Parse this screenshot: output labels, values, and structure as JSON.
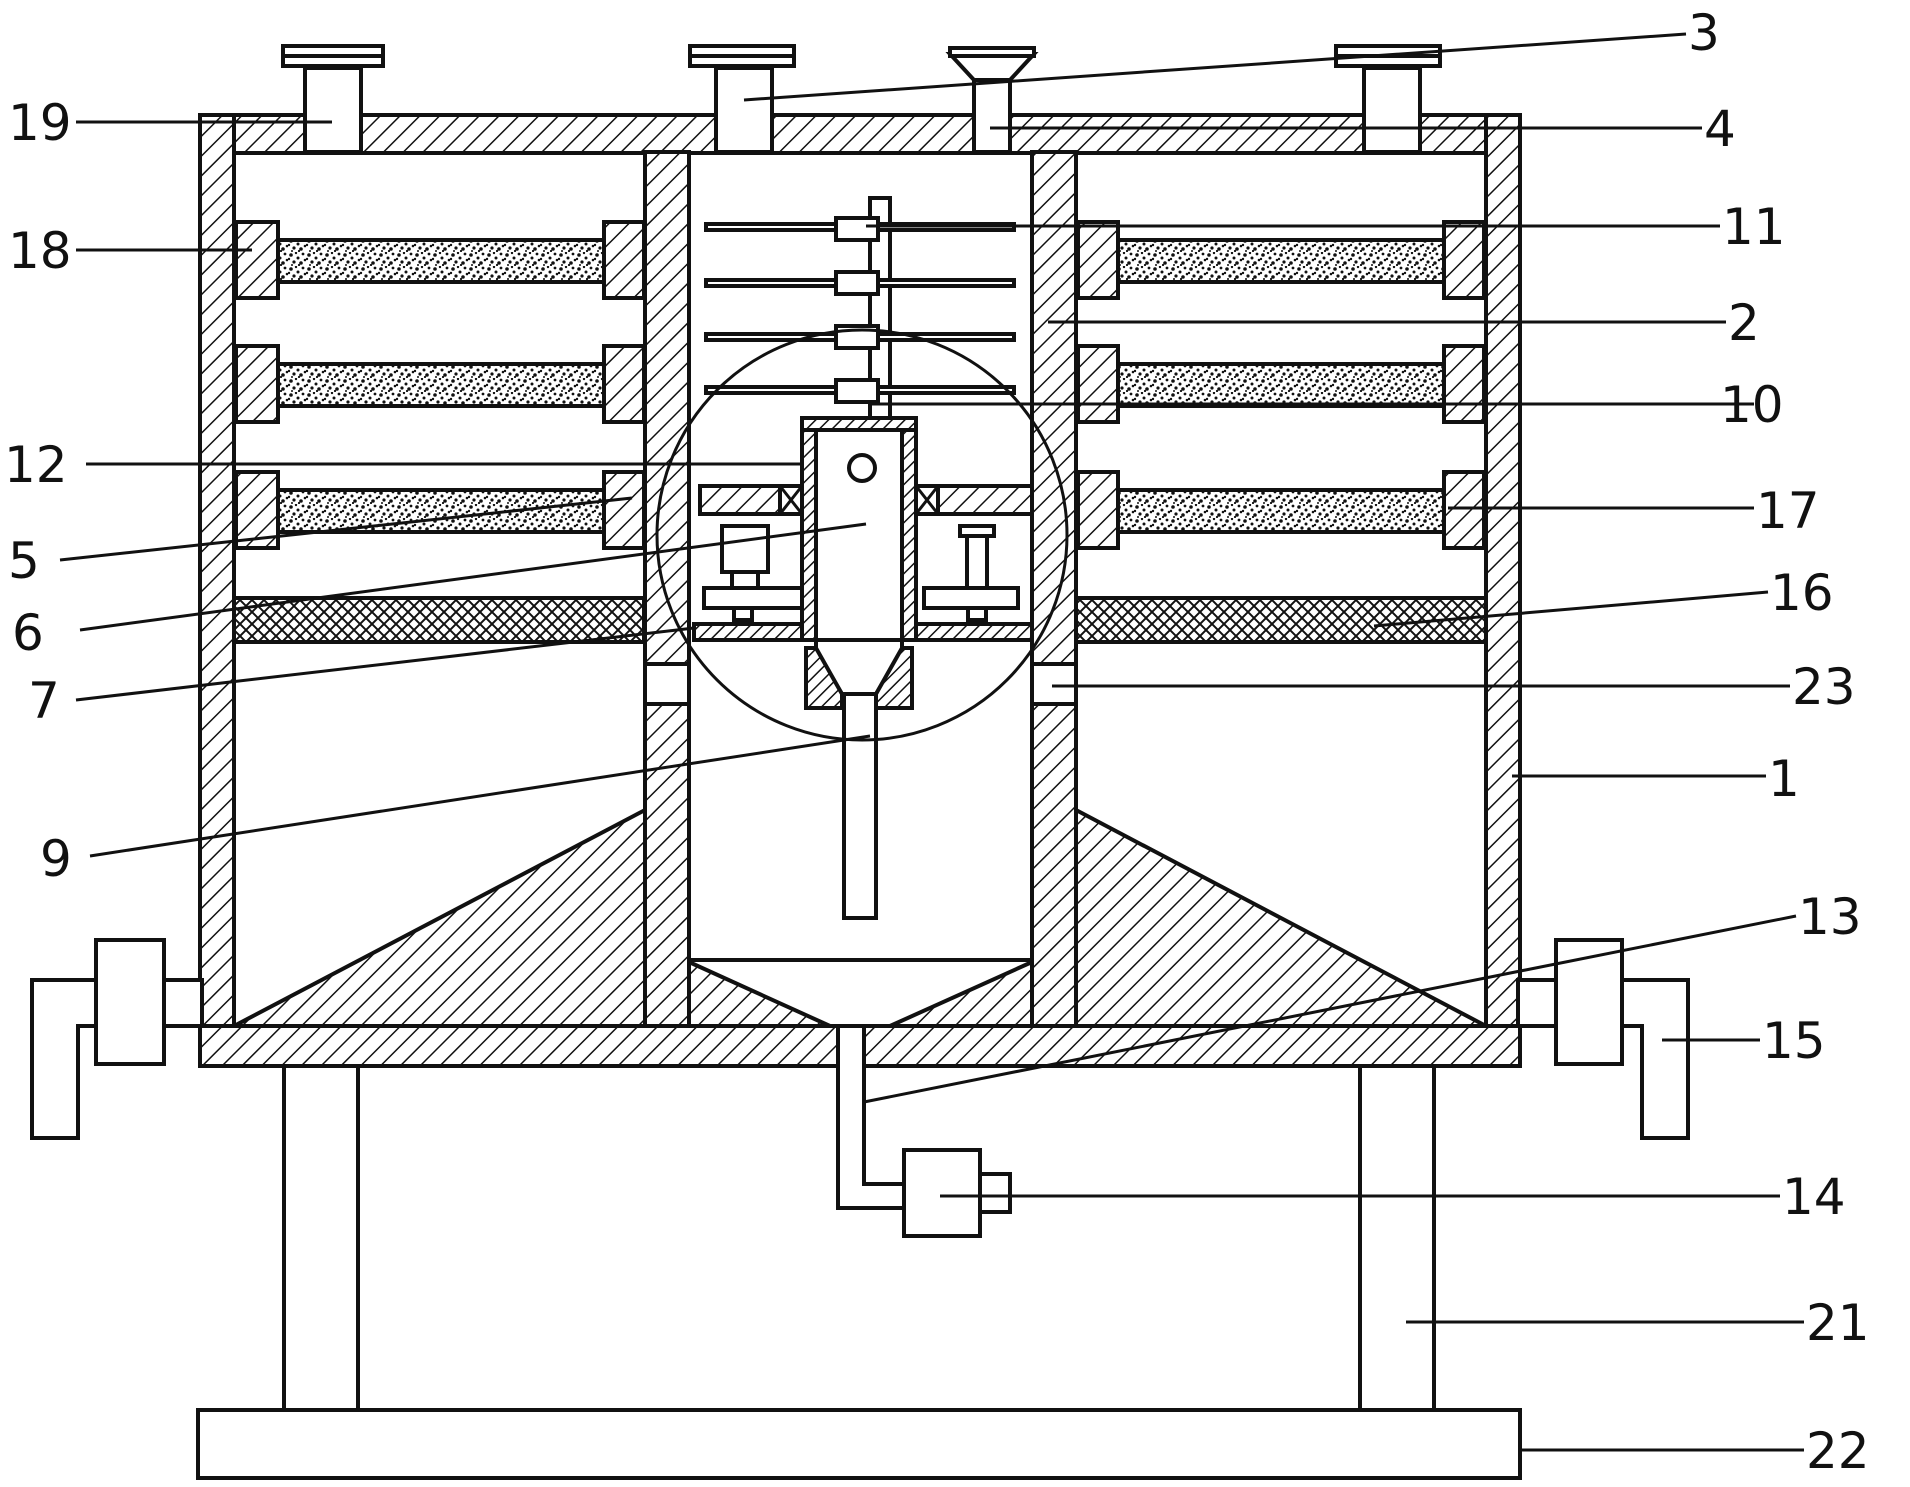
{
  "labels": {
    "l1": "1",
    "l2": "2",
    "l3": "3",
    "l4": "4",
    "l5": "5",
    "l6": "6",
    "l7": "7",
    "l9": "9",
    "l10": "10",
    "l11": "11",
    "l12": "12",
    "l13": "13",
    "l14": "14",
    "l15": "15",
    "l16": "16",
    "l17": "17",
    "l18": "18",
    "l19": "19",
    "l21": "21",
    "l22": "22",
    "l23": "23"
  }
}
